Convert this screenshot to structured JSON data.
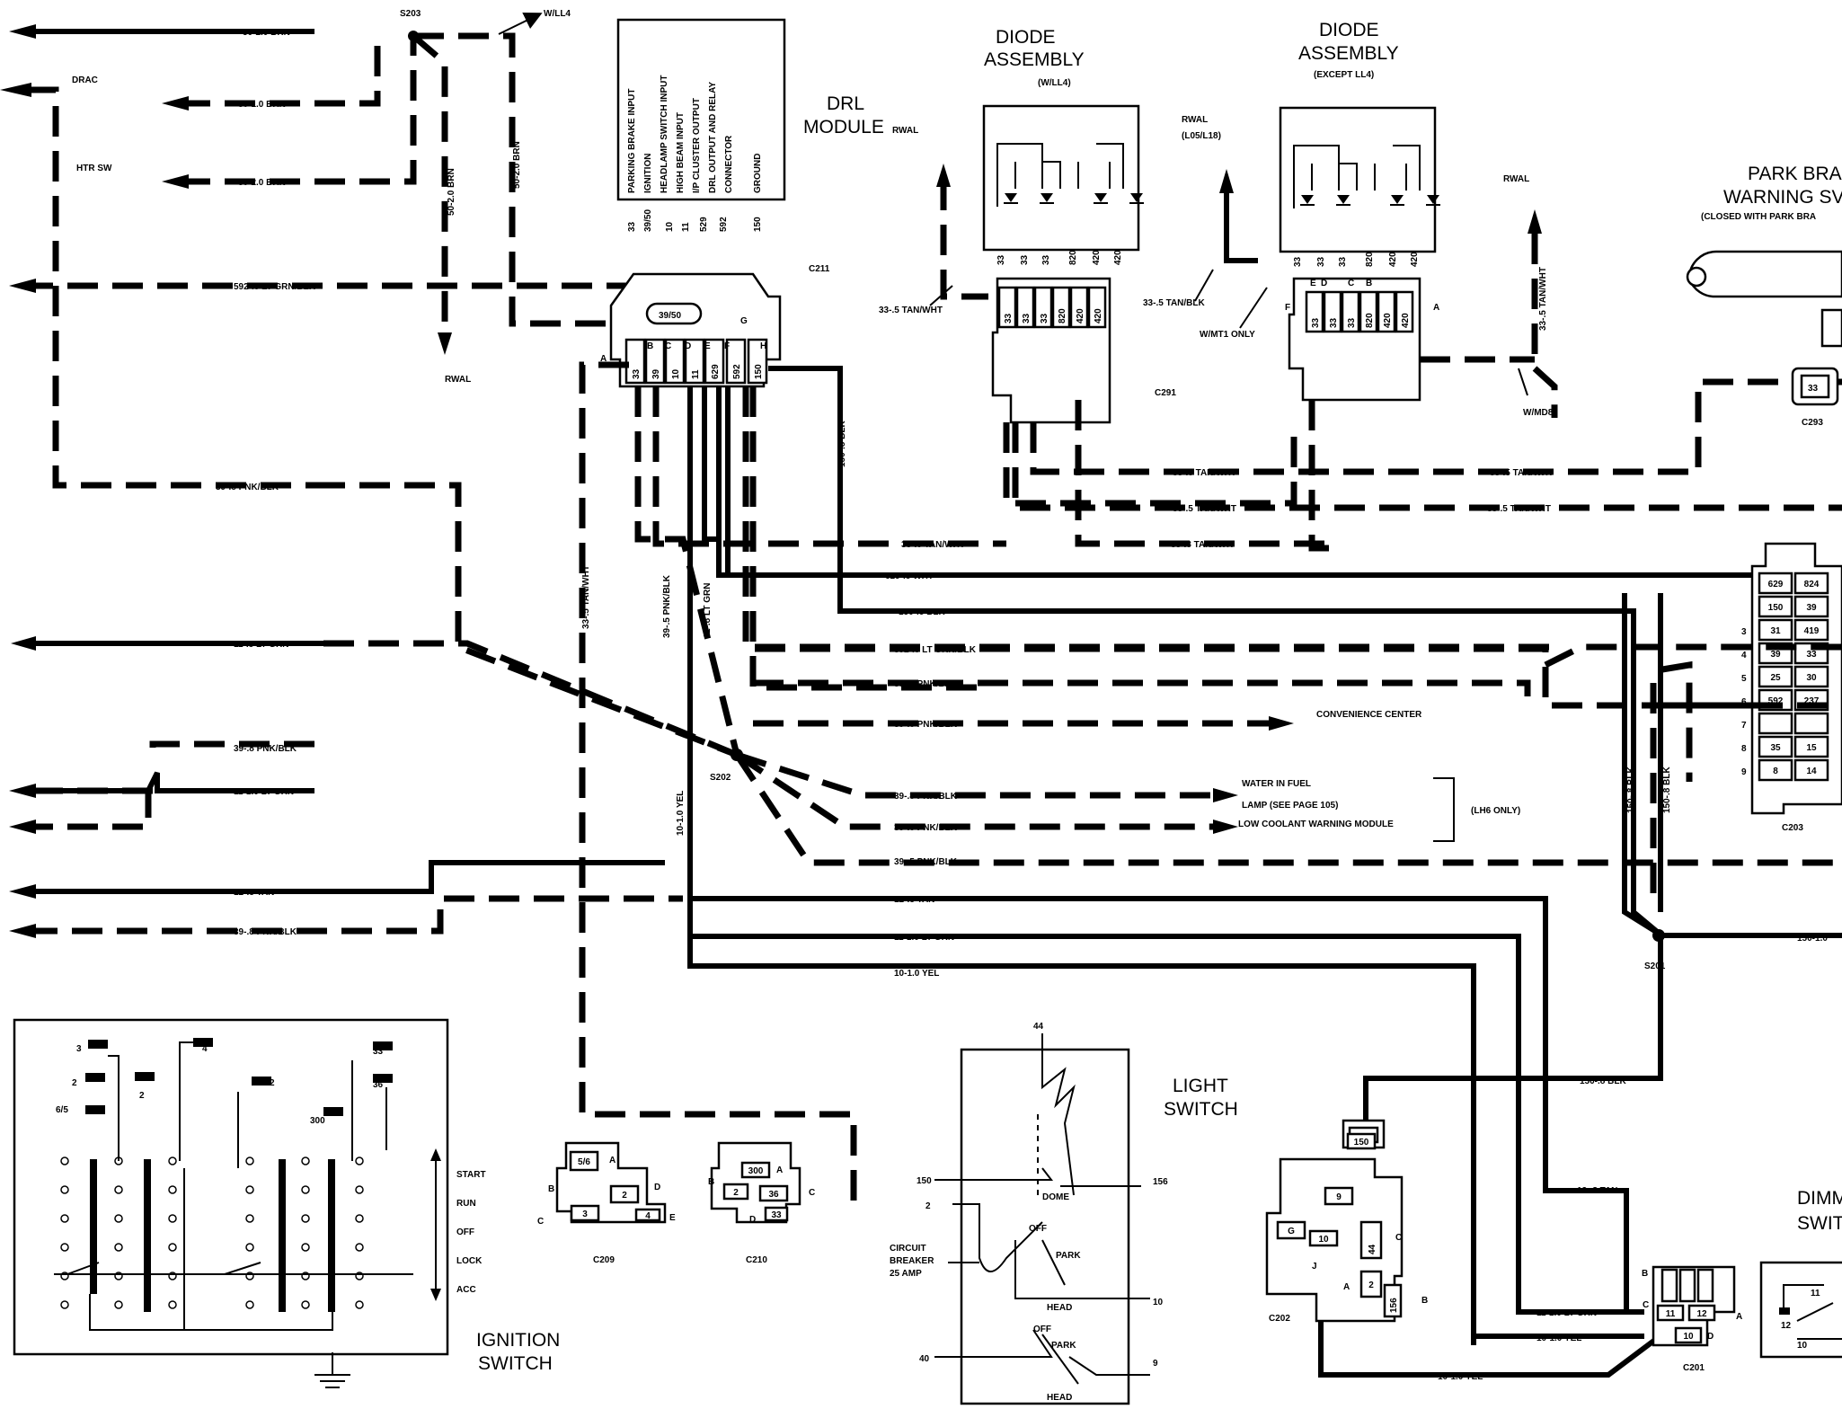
{
  "titles": {
    "drl_module": [
      "DRL",
      "MODULE"
    ],
    "drl_module_note": "RWAL",
    "diode_assembly_wll4": [
      "DIODE",
      "ASSEMBLY"
    ],
    "diode_assembly_wll4_note": "(W/LL4)",
    "diode_assembly_except": [
      "DIODE",
      "ASSEMBLY"
    ],
    "diode_assembly_except_note": "(EXCEPT LL4)",
    "park_brake": [
      "PARK BRA",
      "WARNING SV"
    ],
    "park_brake_note": "(CLOSED WITH PARK BRA",
    "light_switch": [
      "LIGHT",
      "SWITCH"
    ],
    "ignition_switch": [
      "IGNITION",
      "SWITCH"
    ],
    "dimmer_switch": [
      "DIMM",
      "SWIT"
    ]
  },
  "pin_legend": [
    "PARKING BRAKE INPUT",
    "IGNITION",
    "HEADLAMP SWITCH INPUT",
    "HIGH BEAM INPUT",
    "I/P CLUSTER OUTPUT",
    "DRL OUTPUT AND RELAY",
    "CONNECTOR",
    "GROUND"
  ],
  "pin_numbers": [
    "33",
    "39/50",
    "10",
    "11",
    "529",
    "592",
    "150"
  ],
  "connectors": {
    "c211": "C211",
    "c291": "C291",
    "c293": "C293",
    "c203": "C203",
    "c209": "C209",
    "c210": "C210",
    "c202": "C202",
    "c201": "C201"
  },
  "splices": {
    "s203": "S203",
    "s202": "S202",
    "s201": "S201"
  },
  "c211_cells": [
    "33",
    "39",
    "10",
    "11",
    "629",
    "592",
    "150"
  ],
  "c211_letters": [
    "A",
    "B",
    "C",
    "D",
    "E",
    "F",
    "G",
    "H"
  ],
  "c211_badge": "39/50",
  "diode1_pins": [
    "33",
    "33",
    "33",
    "820",
    "420",
    "420"
  ],
  "diode2_pins": [
    "33",
    "33",
    "33",
    "820",
    "420",
    "420"
  ],
  "c291_cells": [
    "33",
    "33",
    "33",
    "820",
    "420",
    "420"
  ],
  "c291_letters": [
    "F",
    "E",
    "D",
    "C",
    "B",
    "A"
  ],
  "c203_cells": [
    [
      "629",
      "824"
    ],
    [
      "150",
      "39"
    ],
    [
      "31",
      "419"
    ],
    [
      "39",
      "33"
    ],
    [
      "25",
      "30"
    ],
    [
      "592",
      "237"
    ],
    [
      "",
      ""
    ],
    [
      "35",
      "15"
    ],
    [
      "8",
      "14"
    ]
  ],
  "c203_rows": [
    "3",
    "4",
    "5",
    "6",
    "7",
    "8",
    "9"
  ],
  "c293_cell": "33",
  "wires": {
    "brn1": "50-2.0 BRN",
    "brn2": "50-1.0 BRN",
    "brn3": "50-2.0 BRN",
    "brn_v1": "50-2.0 BRN",
    "brn_v2": "50-2.0 BRN",
    "w_ll4": "W/LL4",
    "drac": "DRAC",
    "htr_sw": "HTR SW",
    "rwal_a": "RWAL",
    "ltgrn592": "592-.8 LT GRN/BLK",
    "pnk39_top": "39-.8 PNK/BLK",
    "ltgrn11": "11-.8 LT GRN",
    "tan33_v": "33-.5 TAN/WHT",
    "pnk39_v": "39-.5 PNK/BLK",
    "ltgrn11_v": "11-.8 LT GRN",
    "yel10_v": "10-1.0 YEL",
    "blk150_v": "150-.8 BLK",
    "tan33_drl": "33-.5 TAN/WHT",
    "tan33_d2": "33-.5 TAN/BLK",
    "w_mt1": "W/MT1 ONLY",
    "rwal_l05": "RWAL",
    "l05": "(L05/L18)",
    "rwal_b": "RWAL",
    "tan33_v2": "33-.5 TAN/WHT",
    "w_md8": "W/MD8",
    "tan33_r1": "33-.5 TAN/WHT",
    "tan33_r2": "33-.5 TAN/WHT",
    "tan33_r3": "33-.5 TAN/WHT",
    "tan33_r4": "33-.5 TAN/WHT",
    "tan33_r5": "33-.8 TAN/WHT",
    "tan33_r6": "33-.8 TAN/WHT",
    "wht629": "629-.8 WHT",
    "blk150": "150-.8 BLK",
    "ltgrn592b": "592-.8 LT GRN/BLK",
    "pnk39_a": "39-.5 PNK/BLK",
    "pnk39_b": "39-.8 PNK/BLK",
    "convenience": "CONVENIENCE CENTER",
    "pnk39_left": "39-.8 PNK/BLK",
    "ltgrn11_10": "11-1.0 LT GRN",
    "pnk39_c": "39-.8 PNK/BLK",
    "pnk39_d": "39-.8 PNK/BLK",
    "pnk39_e": "39-.5 PNK/BLK",
    "water_fuel": "WATER IN FUEL",
    "lamp": "LAMP (SEE PAGE 105)",
    "low_coolant": "LOW COOLANT WARNING MODULE",
    "lh6": "(LH6 ONLY)",
    "tan12": "12-.8 TAN",
    "tan12b": "12-.8 TAN",
    "pnk39_f": "39-.8 PNK/BLK",
    "ltgrn11b": "11-1.0 LT GRN",
    "yel10": "10-1.0 YEL",
    "blk150_v1": "150-.8 BLK",
    "blk150_v2": "150-.8 BLK",
    "blk150_r": "150-1.0",
    "blk150_c": "150-.8 BLK",
    "tan12c": "12-.8 TAN",
    "ltgrn11c": "11-1.0 LT GRN",
    "yel10b": "10-1.0 YEL",
    "yel10c": "10-1.0 YEL"
  },
  "ignition": {
    "positions": [
      "START",
      "RUN",
      "OFF",
      "LOCK",
      "ACC"
    ],
    "terms": [
      "3",
      "2",
      "6/5",
      "2",
      "4",
      "2",
      "300",
      "33",
      "36"
    ]
  },
  "light_switch_terms": [
    "44",
    "150",
    "2",
    "156",
    "10",
    "40",
    "9"
  ],
  "light_switch_labels": [
    "DOME",
    "OFF",
    "PARK",
    "HEAD",
    "OFF",
    "PARK",
    "HEAD"
  ],
  "circuit_breaker": [
    "CIRCUIT",
    "BREAKER",
    "25 AMP"
  ],
  "c209_cells": [
    "5/6",
    "2",
    "3",
    "4"
  ],
  "c209_letters": [
    "A",
    "B",
    "C",
    "D",
    "E"
  ],
  "c210_cells": [
    "300",
    "2",
    "36",
    "33"
  ],
  "c210_letters": [
    "A",
    "B",
    "C",
    "D"
  ],
  "c202_cells": [
    "9",
    "G",
    "10",
    "44",
    "2",
    "156",
    "150"
  ],
  "c202_letters": [
    "A",
    "B",
    "C",
    "J"
  ],
  "c201_cells": [
    "11",
    "12",
    "10"
  ],
  "c201_letters": [
    "A",
    "B",
    "C",
    "D"
  ],
  "dimmer_terms": [
    "11",
    "12",
    "10"
  ]
}
